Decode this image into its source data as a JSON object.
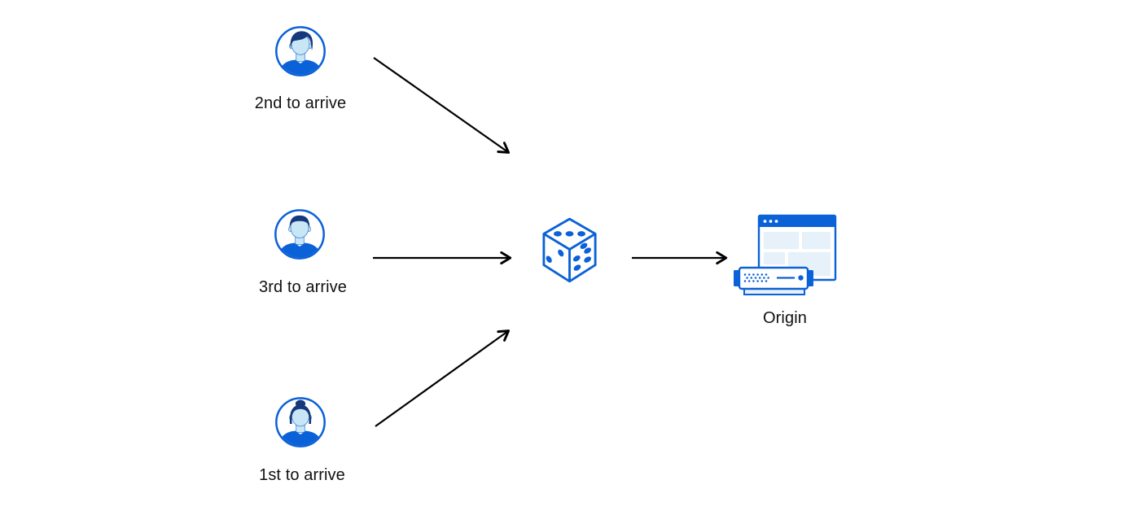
{
  "diagram": {
    "users": [
      {
        "label": "2nd to arrive",
        "icon": "avatar-male-swoop-icon"
      },
      {
        "label": "3rd to arrive",
        "icon": "avatar-male-flattop-icon"
      },
      {
        "label": "1st to arrive",
        "icon": "avatar-female-bun-icon"
      }
    ],
    "selector": {
      "icon": "dice-icon"
    },
    "origin": {
      "label": "Origin",
      "icon": "origin-server-icon"
    },
    "connections": [
      {
        "from": "2nd to arrive",
        "to": "dice"
      },
      {
        "from": "3rd to arrive",
        "to": "dice"
      },
      {
        "from": "1st to arrive",
        "to": "dice"
      },
      {
        "from": "dice",
        "to": "Origin"
      }
    ]
  },
  "theme": {
    "accent_blue": "#0b61d8",
    "dark_navy": "#16397c",
    "light_blue_fill": "#e6f1f9",
    "face_blue": "#c9e6f6",
    "face_line": "#4a8ed6",
    "arrow_color": "#000000",
    "text_color": "#111111",
    "background": "#ffffff"
  }
}
